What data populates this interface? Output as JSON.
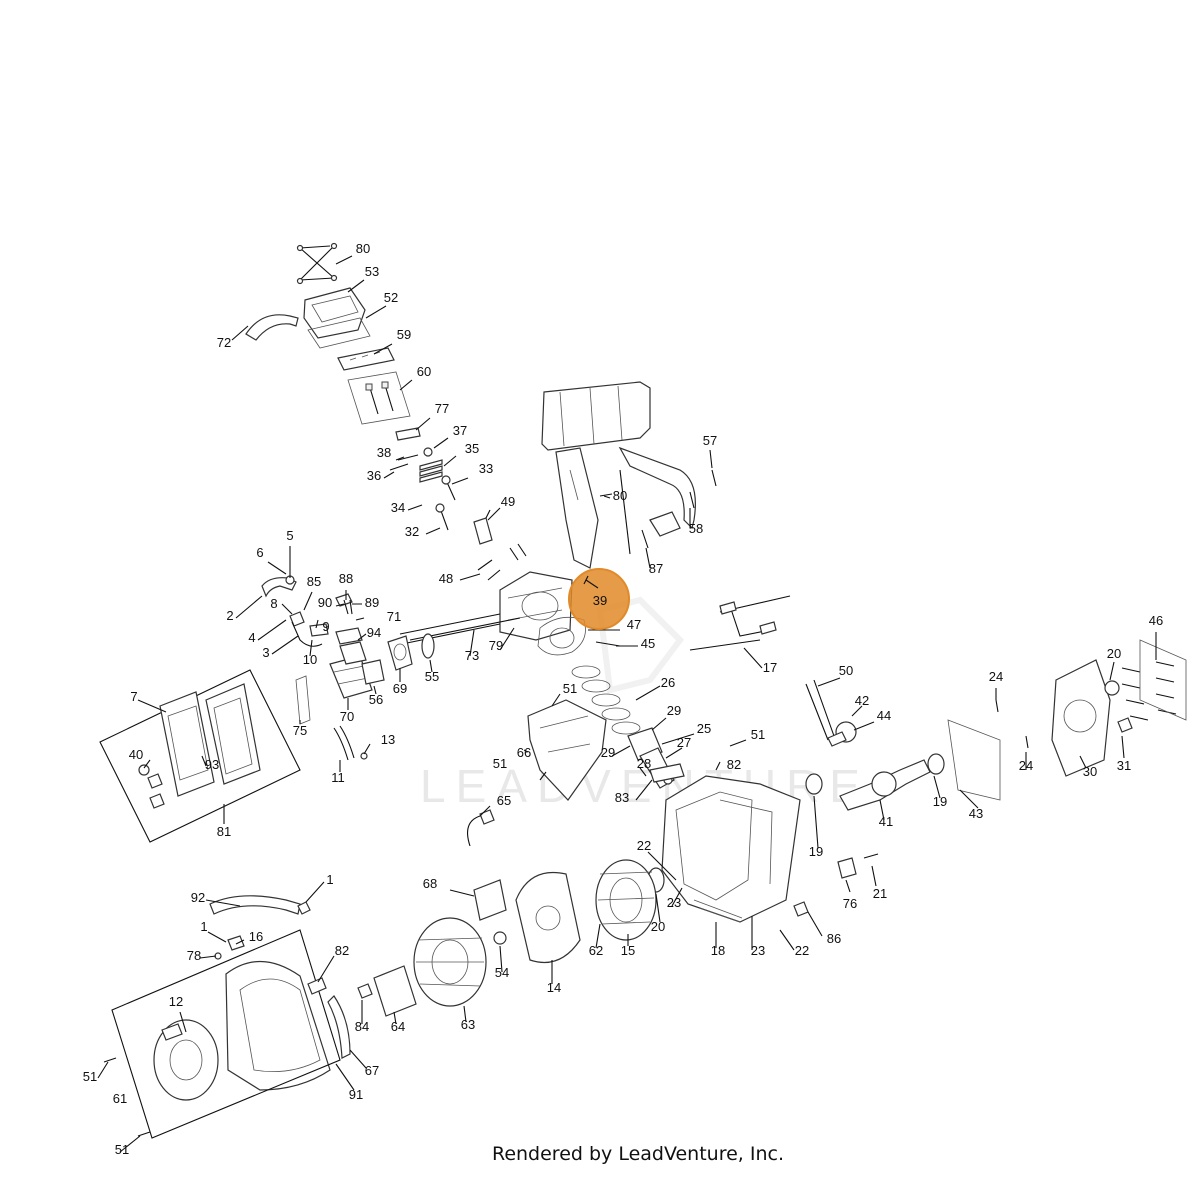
{
  "watermark": "LEADVENTURE",
  "footer": "Rendered by LeadVenture, Inc.",
  "highlight": {
    "label": "39",
    "color": "#e08a28"
  },
  "callouts": [
    {
      "id": "80a",
      "text": "80"
    },
    {
      "id": "53",
      "text": "53"
    },
    {
      "id": "52",
      "text": "52"
    },
    {
      "id": "72",
      "text": "72"
    },
    {
      "id": "59",
      "text": "59"
    },
    {
      "id": "60",
      "text": "60"
    },
    {
      "id": "77",
      "text": "77"
    },
    {
      "id": "37",
      "text": "37"
    },
    {
      "id": "38",
      "text": "38"
    },
    {
      "id": "35",
      "text": "35"
    },
    {
      "id": "36",
      "text": "36"
    },
    {
      "id": "33",
      "text": "33"
    },
    {
      "id": "34",
      "text": "34"
    },
    {
      "id": "49",
      "text": "49"
    },
    {
      "id": "32",
      "text": "32"
    },
    {
      "id": "57",
      "text": "57"
    },
    {
      "id": "80b",
      "text": "80"
    },
    {
      "id": "58",
      "text": "58"
    },
    {
      "id": "87",
      "text": "87"
    },
    {
      "id": "5",
      "text": "5"
    },
    {
      "id": "6",
      "text": "6"
    },
    {
      "id": "85",
      "text": "85"
    },
    {
      "id": "88",
      "text": "88"
    },
    {
      "id": "48",
      "text": "48"
    },
    {
      "id": "2",
      "text": "2"
    },
    {
      "id": "8",
      "text": "8"
    },
    {
      "id": "90",
      "text": "90"
    },
    {
      "id": "89",
      "text": "89"
    },
    {
      "id": "9",
      "text": "9"
    },
    {
      "id": "71",
      "text": "71"
    },
    {
      "id": "4",
      "text": "4"
    },
    {
      "id": "94",
      "text": "94"
    },
    {
      "id": "3",
      "text": "3"
    },
    {
      "id": "10",
      "text": "10"
    },
    {
      "id": "47",
      "text": "47"
    },
    {
      "id": "45",
      "text": "45"
    },
    {
      "id": "73",
      "text": "73"
    },
    {
      "id": "79",
      "text": "79"
    },
    {
      "id": "55",
      "text": "55"
    },
    {
      "id": "69",
      "text": "69"
    },
    {
      "id": "17",
      "text": "17"
    },
    {
      "id": "46",
      "text": "46"
    },
    {
      "id": "7",
      "text": "7"
    },
    {
      "id": "26",
      "text": "26"
    },
    {
      "id": "50",
      "text": "50"
    },
    {
      "id": "24a",
      "text": "24"
    },
    {
      "id": "20a",
      "text": "20"
    },
    {
      "id": "56",
      "text": "56"
    },
    {
      "id": "70",
      "text": "70"
    },
    {
      "id": "75",
      "text": "75"
    },
    {
      "id": "51a",
      "text": "51"
    },
    {
      "id": "42",
      "text": "42"
    },
    {
      "id": "44",
      "text": "44"
    },
    {
      "id": "29a",
      "text": "29"
    },
    {
      "id": "25",
      "text": "25"
    },
    {
      "id": "13",
      "text": "13"
    },
    {
      "id": "51b",
      "text": "51"
    },
    {
      "id": "29b",
      "text": "29"
    },
    {
      "id": "27",
      "text": "27"
    },
    {
      "id": "51c",
      "text": "51"
    },
    {
      "id": "28",
      "text": "28"
    },
    {
      "id": "82a",
      "text": "82"
    },
    {
      "id": "11",
      "text": "11"
    },
    {
      "id": "40",
      "text": "40"
    },
    {
      "id": "93",
      "text": "93"
    },
    {
      "id": "66",
      "text": "66"
    },
    {
      "id": "24b",
      "text": "24"
    },
    {
      "id": "30",
      "text": "30"
    },
    {
      "id": "31",
      "text": "31"
    },
    {
      "id": "83",
      "text": "83"
    },
    {
      "id": "19a",
      "text": "19"
    },
    {
      "id": "43",
      "text": "43"
    },
    {
      "id": "41",
      "text": "41"
    },
    {
      "id": "81",
      "text": "81"
    },
    {
      "id": "65",
      "text": "65"
    },
    {
      "id": "19b",
      "text": "19"
    },
    {
      "id": "22a",
      "text": "22"
    },
    {
      "id": "76",
      "text": "76"
    },
    {
      "id": "21",
      "text": "21"
    },
    {
      "id": "1a",
      "text": "1"
    },
    {
      "id": "68",
      "text": "68"
    },
    {
      "id": "23a",
      "text": "23"
    },
    {
      "id": "92",
      "text": "92"
    },
    {
      "id": "20b",
      "text": "20"
    },
    {
      "id": "86",
      "text": "86"
    },
    {
      "id": "1b",
      "text": "1"
    },
    {
      "id": "16",
      "text": "16"
    },
    {
      "id": "62",
      "text": "62"
    },
    {
      "id": "15",
      "text": "15"
    },
    {
      "id": "18",
      "text": "18"
    },
    {
      "id": "23b",
      "text": "23"
    },
    {
      "id": "22b",
      "text": "22"
    },
    {
      "id": "78",
      "text": "78"
    },
    {
      "id": "54",
      "text": "54"
    },
    {
      "id": "82b",
      "text": "82"
    },
    {
      "id": "14",
      "text": "14"
    },
    {
      "id": "12",
      "text": "12"
    },
    {
      "id": "84",
      "text": "84"
    },
    {
      "id": "64",
      "text": "64"
    },
    {
      "id": "63",
      "text": "63"
    },
    {
      "id": "67",
      "text": "67"
    },
    {
      "id": "51d",
      "text": "51"
    },
    {
      "id": "61",
      "text": "61"
    },
    {
      "id": "91",
      "text": "91"
    },
    {
      "id": "51e",
      "text": "51"
    }
  ]
}
